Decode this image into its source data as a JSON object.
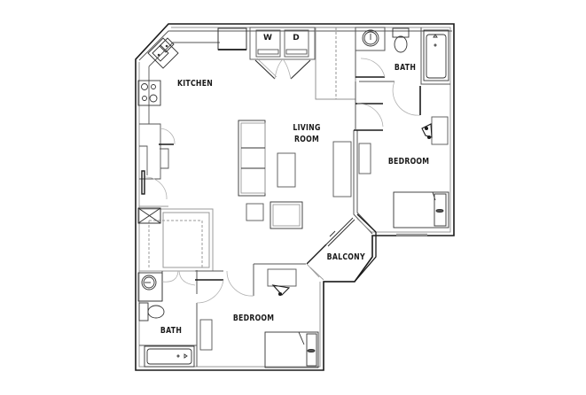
{
  "floor_plan": {
    "rooms": [
      {
        "id": "kitchen",
        "label": "KITCHEN"
      },
      {
        "id": "living-room",
        "label_line1": "LIVING",
        "label_line2": "ROOM"
      },
      {
        "id": "bath-upper",
        "label": "BATH"
      },
      {
        "id": "bedroom-right",
        "label": "BEDROOM"
      },
      {
        "id": "balcony",
        "label": "BALCONY"
      },
      {
        "id": "bath-lower",
        "label": "BATH"
      },
      {
        "id": "bedroom-lower",
        "label": "BEDROOM"
      }
    ],
    "appliances": {
      "washer": "W",
      "dryer": "D"
    },
    "colors": {
      "wall": "#1a1a1a",
      "wall_inner": "#9a9a9a",
      "fixture": "#555555",
      "door_swing": "#b0b0b0",
      "background": "#ffffff"
    }
  }
}
